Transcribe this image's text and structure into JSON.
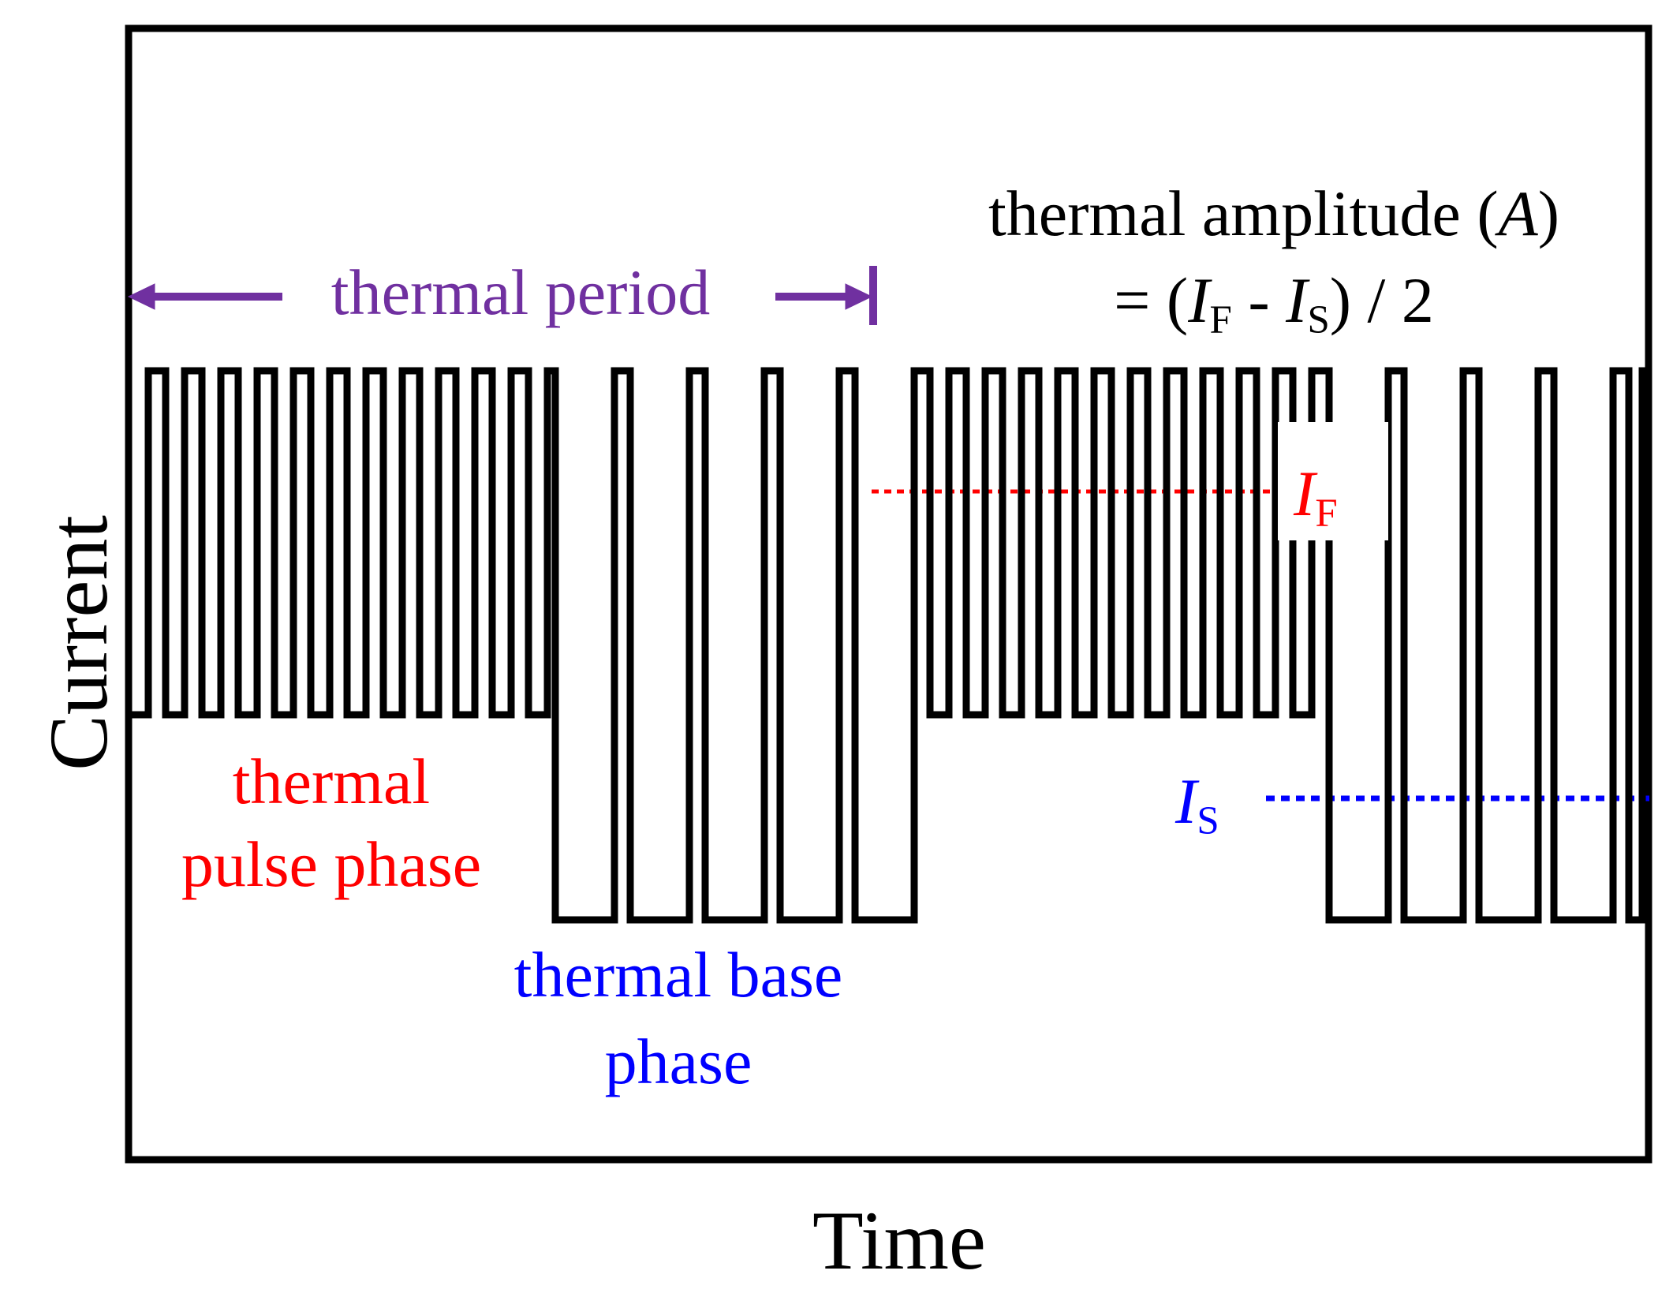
{
  "labels": {
    "x_axis": "Time",
    "y_axis": "Current",
    "thermal_period": "thermal period",
    "amplitude_line1_text": "thermal amplitude (",
    "amplitude_line1_var": "A",
    "amplitude_line1_close": ")",
    "amp_eq": "= (",
    "amp_if_var": "I",
    "amp_if_sub": "F",
    "amp_minus": " - ",
    "amp_is_var": "I",
    "amp_is_sub": "S",
    "amp_tail": ") / 2",
    "pulse_phase_line1": "thermal",
    "pulse_phase_line2": "pulse phase",
    "base_phase_line1": "thermal base",
    "base_phase_line2": "phase",
    "if_var": "I",
    "if_sub": "F",
    "is_var": "I",
    "is_sub": "S"
  },
  "colors": {
    "waveform": "#000000",
    "period": "#7030a0",
    "pulse_phase": "#ff0000",
    "base_phase": "#0000ff",
    "if_marker": "#ff0000",
    "is_marker": "#0000ff"
  }
}
